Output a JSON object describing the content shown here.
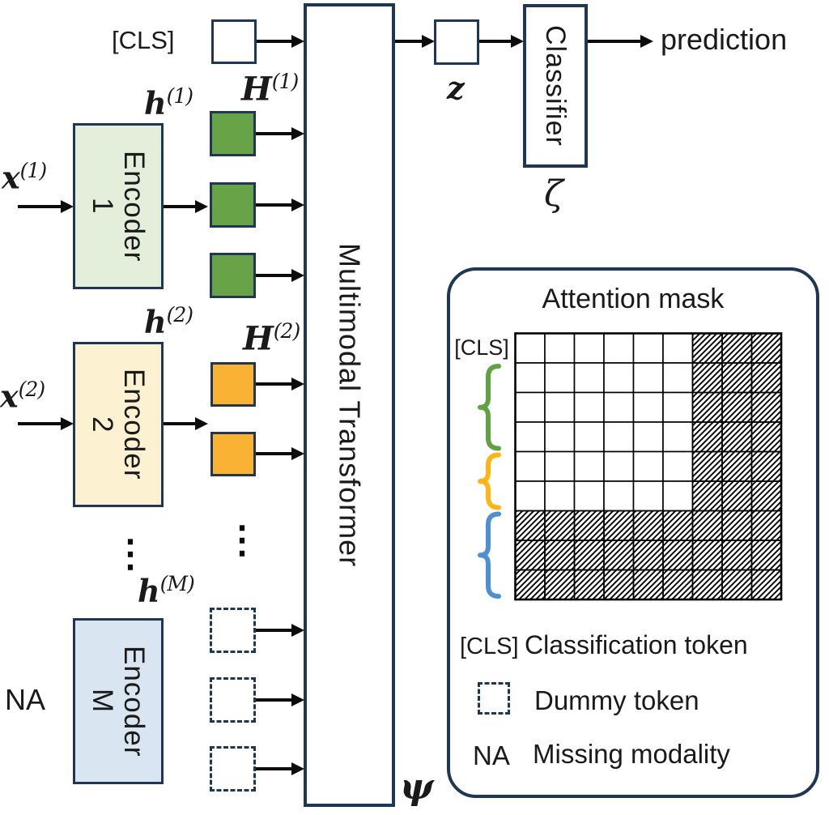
{
  "colors": {
    "navy": "#1f3655",
    "green_token": "#68a447",
    "orange_token": "#f9b233",
    "enc1_fill": "#e3efda",
    "enc2_fill": "#fcf2d2",
    "encM_fill": "#d9e6f2",
    "brace_green": "#60a243",
    "brace_orange": "#fdb515",
    "brace_blue": "#4e90d4"
  },
  "top_flow": {
    "cls_label": "[CLS]",
    "z_label": "z",
    "classifier_label": "Classifier",
    "classifier_symbol": "ζ",
    "prediction_label": "prediction",
    "transformer_label": "Multimodal Transformer",
    "transformer_symbol": "ψ"
  },
  "ellipsis": "⋮",
  "modalities": [
    {
      "input_base": "x",
      "input_sup": "(1)",
      "encoder_label": "Encoder\n1",
      "hidden_base": "h",
      "hidden_sup": "(1)",
      "tokens_base": "H",
      "tokens_sup": "(1)",
      "token_count": 3,
      "token_style": "green"
    },
    {
      "input_base": "x",
      "input_sup": "(2)",
      "encoder_label": "Encoder\n2",
      "hidden_base": "h",
      "hidden_sup": "(2)",
      "tokens_base": "H",
      "tokens_sup": "(2)",
      "token_count": 2,
      "token_style": "orange"
    },
    {
      "input_label": "NA",
      "encoder_label": "Encoder\nM",
      "hidden_base": "h",
      "hidden_sup": "(M)",
      "token_count": 3,
      "token_style": "dashed"
    }
  ],
  "attention_mask": {
    "title": "Attention mask",
    "row_label": "[CLS]",
    "size": 9,
    "mask_matrix": [
      "000000111",
      "000000111",
      "000000111",
      "000000111",
      "000000111",
      "000000111",
      "111111111",
      "111111111",
      "111111111"
    ],
    "groups": [
      {
        "name": "modality-1-rows",
        "color_key": "brace_green",
        "rows": [
          1,
          4
        ]
      },
      {
        "name": "modality-2-rows",
        "color_key": "brace_orange",
        "rows": [
          4,
          6
        ]
      },
      {
        "name": "modality-M-rows",
        "color_key": "brace_blue",
        "rows": [
          6,
          9
        ]
      }
    ]
  },
  "legend": [
    {
      "symbol": "[CLS]",
      "text": "Classification token"
    },
    {
      "symbol": "",
      "text": "Dummy token"
    },
    {
      "symbol": "NA",
      "text": "Missing modality"
    }
  ]
}
